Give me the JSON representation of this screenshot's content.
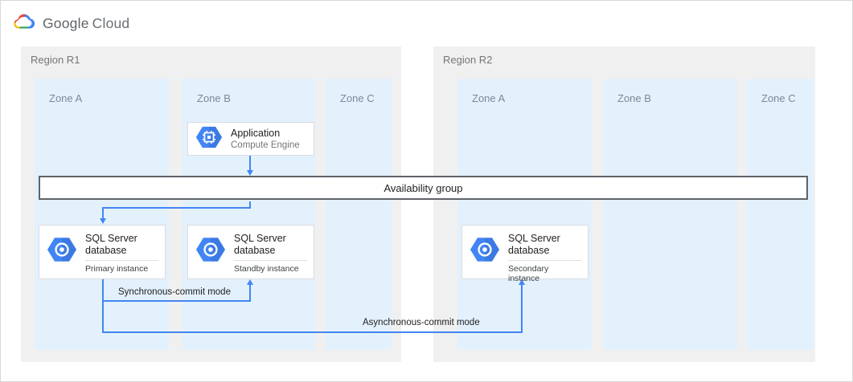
{
  "brand": {
    "name": "Google Cloud",
    "primary": "Google",
    "secondary": "Cloud"
  },
  "regions": [
    {
      "label": "Region R1",
      "zones": [
        {
          "label": "Zone A"
        },
        {
          "label": "Zone B"
        },
        {
          "label": "Zone C"
        }
      ]
    },
    {
      "label": "Region R2",
      "zones": [
        {
          "label": "Zone A"
        },
        {
          "label": "Zone B"
        },
        {
          "label": "Zone C"
        }
      ]
    }
  ],
  "availability_group": {
    "label": "Availability group"
  },
  "nodes": {
    "application": {
      "title": "Application",
      "subtitle": "Compute Engine",
      "icon": "compute-engine-icon"
    },
    "primary": {
      "title": "SQL Server database",
      "role": "Primary instance",
      "icon": "sql-server-database-icon"
    },
    "standby": {
      "title": "SQL Server database",
      "role": "Standby instance",
      "icon": "sql-server-database-icon"
    },
    "secondary": {
      "title": "SQL Server database",
      "role": "Secondary instance",
      "icon": "sql-server-database-icon"
    }
  },
  "connections": {
    "sync": {
      "label": "Synchronous-commit mode"
    },
    "async": {
      "label": "Asynchronous-commit mode"
    }
  },
  "colors": {
    "accent_blue": "#4285f4",
    "region_fill": "#f0f0f0",
    "zone_fill": "#e3f1fc",
    "bar_border": "#5f6368",
    "logo_red": "#ea4335",
    "logo_yellow": "#fbbc04",
    "logo_green": "#34a853",
    "logo_blue": "#4285f4"
  }
}
